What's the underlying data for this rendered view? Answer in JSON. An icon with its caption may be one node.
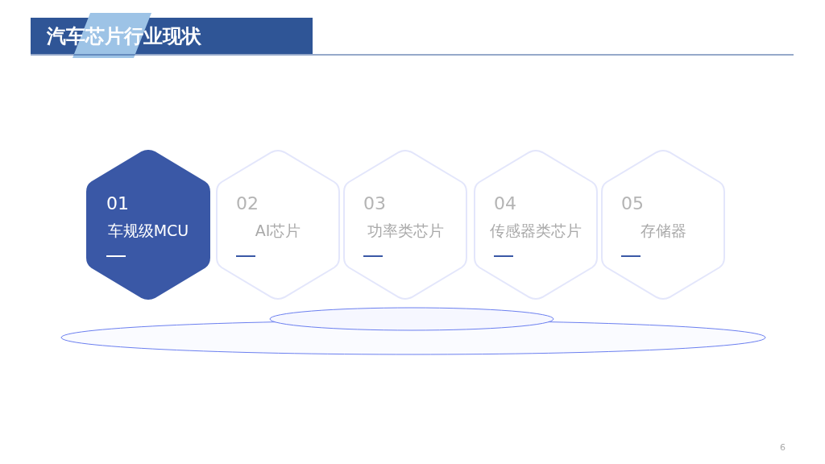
{
  "diagram": {
    "title": "汽车芯片行业现状",
    "nodes": [
      {
        "text": [
          "01",
          "车规级MCU"
        ]
      },
      {
        "text": [
          "02",
          "AI芯片"
        ]
      },
      {
        "text": [
          "03",
          "功率类芯片"
        ]
      },
      {
        "text": [
          "04",
          "传感器类芯片"
        ]
      },
      {
        "text": [
          "05",
          "存储器"
        ]
      }
    ],
    "labels": [
      "6"
    ]
  }
}
